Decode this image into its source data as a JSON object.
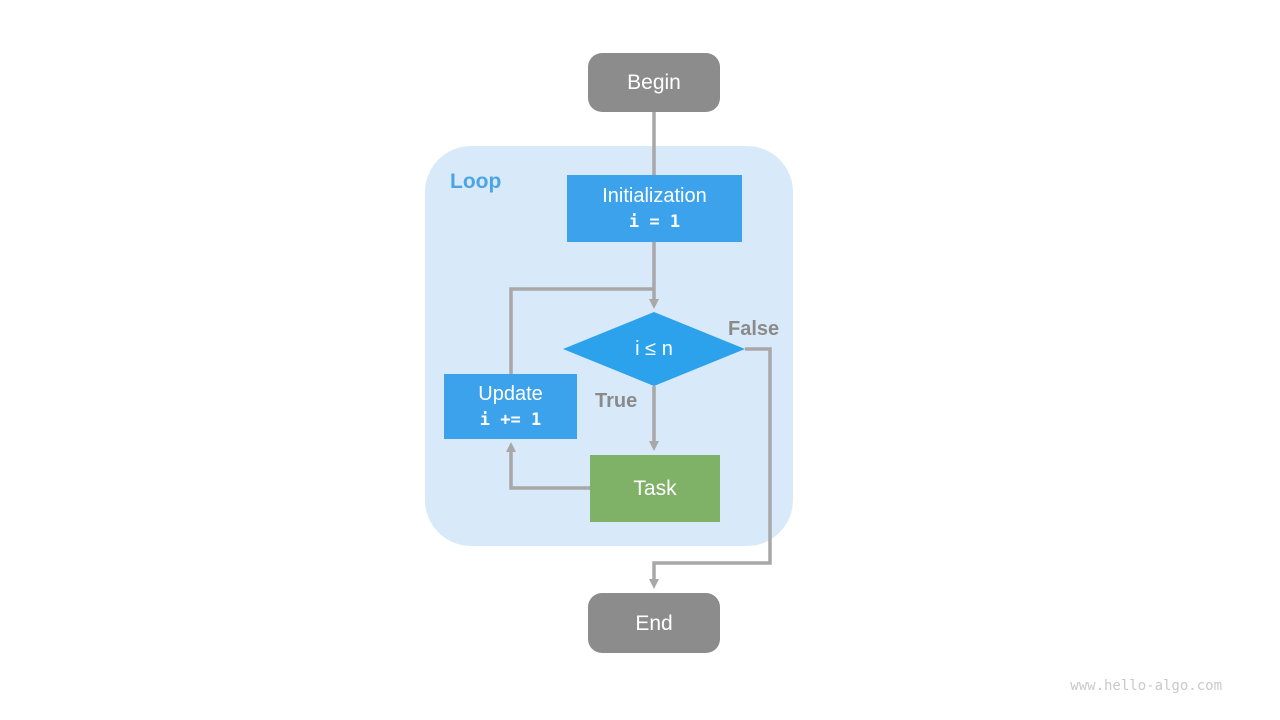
{
  "diagram": {
    "title_region": "loop-flowchart",
    "nodes": {
      "begin": {
        "label": "Begin"
      },
      "initialization": {
        "label": "Initialization",
        "code": "i = 1"
      },
      "condition": {
        "label": "i ≤ n"
      },
      "update": {
        "label": "Update",
        "code": "i += 1"
      },
      "task": {
        "label": "Task"
      },
      "end": {
        "label": "End"
      }
    },
    "labels": {
      "loop": "Loop",
      "branch_true": "True",
      "branch_false": "False"
    },
    "colors": {
      "node_gray": "#8c8c8c",
      "node_blue": "#3da2ec",
      "diamond_blue": "#2ba2eb",
      "node_green": "#7fb167",
      "container_bg": "#d8eaf9",
      "loop_label": "#4da4e5",
      "edge_gray": "#a8a8a8",
      "edge_label": "#8a8a8a",
      "watermark": "#c9c9c9"
    },
    "watermark": "www.hello-algo.com"
  }
}
